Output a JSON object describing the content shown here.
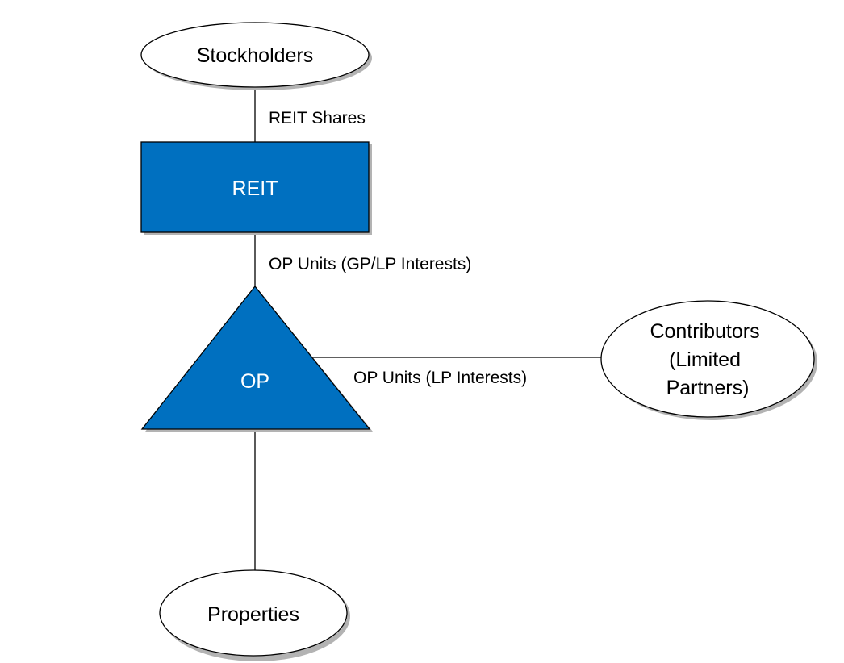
{
  "nodes": {
    "stockholders": {
      "label": "Stockholders"
    },
    "reit": {
      "label": "REIT"
    },
    "op": {
      "label": "OP"
    },
    "contributors": {
      "lines": [
        "Contributors",
        "(Limited",
        "Partners)"
      ]
    },
    "properties": {
      "label": "Properties"
    }
  },
  "edges": {
    "stockholders_reit": {
      "label": "REIT Shares"
    },
    "reit_op": {
      "label": "OP Units (GP/LP Interests)"
    },
    "op_contributors": {
      "label": "OP Units (LP Interests)"
    },
    "op_properties": {
      "label": ""
    }
  },
  "colors": {
    "entity_fill": "#0070C0",
    "entity_text": "#ffffff",
    "outline": "#000000",
    "shadow": "#b3b3b3",
    "background": "#ffffff"
  }
}
